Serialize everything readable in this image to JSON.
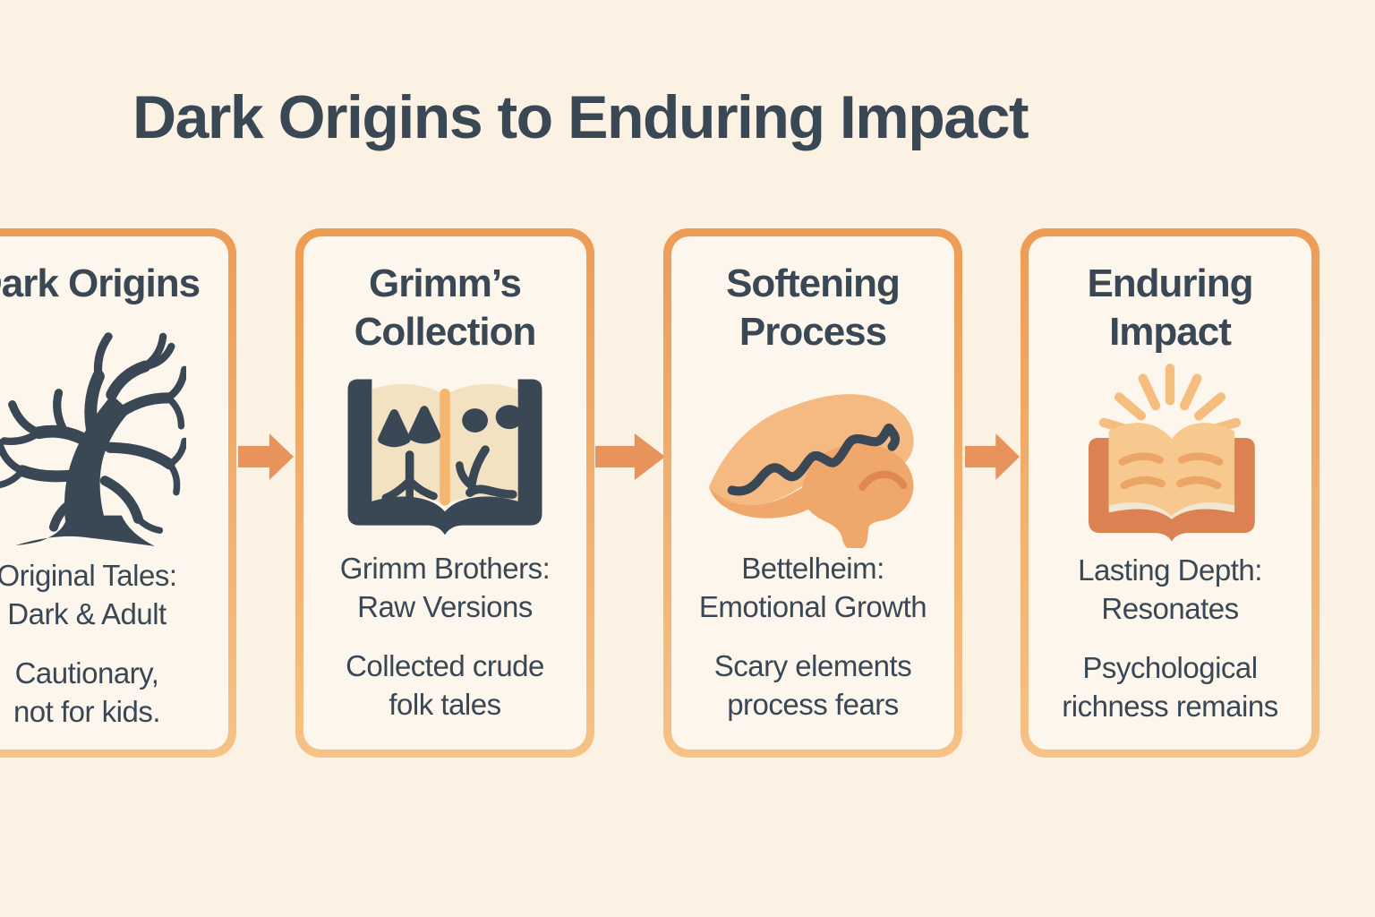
{
  "page": {
    "title": "Dark Origins to Enduring Impact",
    "colors": {
      "page_bg": "#FBF2E3",
      "card_bg": "#FCF6EC",
      "ink": "#3A4754",
      "border_top": "#ED9C55",
      "border_bottom": "#F6C287",
      "arrow": "#E8935C",
      "icon_light": "#F5BA82",
      "icon_mid": "#EFA76C",
      "icon_deep": "#E08850",
      "book_page_tan": "#F2E2C1",
      "book_spine": "#F6B670",
      "cover": "#DB8152",
      "glow_pages": "#F8C98E",
      "page_line": "#EBA566",
      "ray": "#F5BE7F",
      "cream_edge": "#F0E7D5"
    }
  },
  "cards": [
    {
      "title": "Dark Origins",
      "icon": "bare-tree-icon",
      "body1": "Original Tales:\nDark & Adult",
      "body2": "Cautionary,\nnot for kids."
    },
    {
      "title": "Grimm’s\nCollection",
      "icon": "open-book-runes-icon",
      "body1": "Grimm Brothers:\nRaw Versions",
      "body2": "Collected crude\nfolk tales"
    },
    {
      "title": "Softening\nProcess",
      "icon": "brain-wave-icon",
      "body1": "Bettelheim:\nEmotional Growth",
      "body2": "Scary elements\nprocess fears"
    },
    {
      "title": "Enduring\nImpact",
      "icon": "glowing-book-icon",
      "body1": "Lasting Depth:\nResonates",
      "body2": "Psychological\nrichness remains"
    }
  ]
}
